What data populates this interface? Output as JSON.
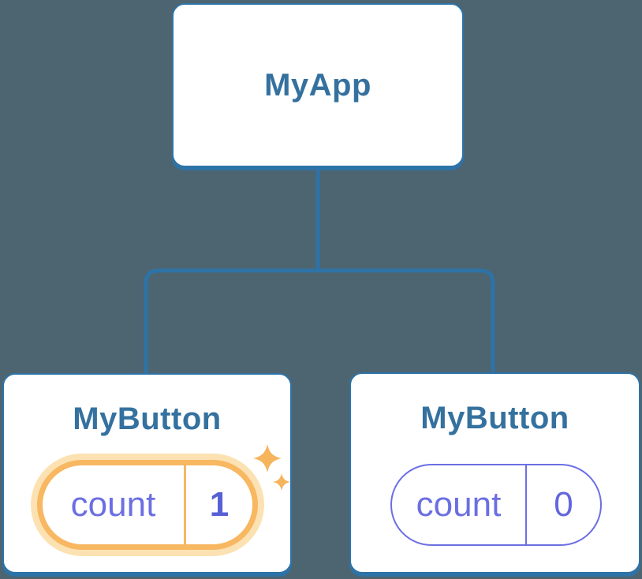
{
  "tree": {
    "root": {
      "label": "MyApp"
    },
    "left_child": {
      "label": "MyButton",
      "state": {
        "key": "count",
        "value": "1"
      },
      "highlighted": true
    },
    "right_child": {
      "label": "MyButton",
      "state": {
        "key": "count",
        "value": "0"
      },
      "highlighted": false
    }
  },
  "icons": {
    "sparkles": "sparkles-icon"
  },
  "colors": {
    "background": "#4D6570",
    "connector_blue": "#2E73A7",
    "node_border_blue": "#2E73A7",
    "node_title_blue": "#35719F",
    "node_fill": "#FFFFFF",
    "highlight_border_orange": "#F8B761",
    "highlight_halo_orange": "#FCE2B2",
    "sparkle_orange": "#F6B45C",
    "state_key_purple": "#6B6FE2",
    "state_value_bold_indigo": "#5860D6",
    "state_value_plain_purple": "#6366DD"
  }
}
